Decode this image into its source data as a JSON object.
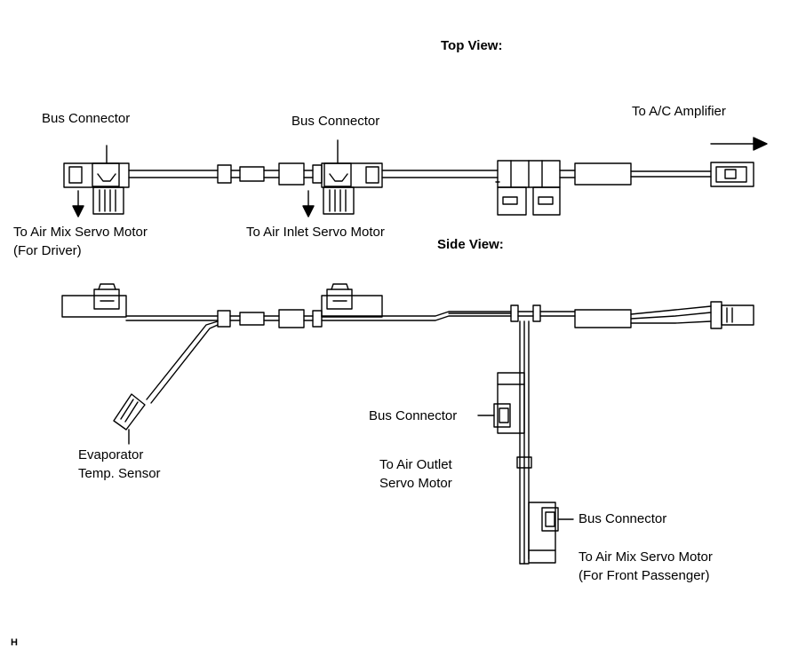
{
  "titles": {
    "top_view": "Top View:",
    "side_view": "Side View:"
  },
  "top_view": {
    "bus_connector_left": "Bus Connector",
    "bus_connector_middle": "Bus Connector",
    "to_ac_amplifier": "To A/C Amplifier",
    "air_mix_driver_line1": "To Air Mix Servo Motor",
    "air_mix_driver_line2": "(For Driver)",
    "air_inlet": "To Air Inlet Servo Motor"
  },
  "side_view": {
    "evaporator_line1": "Evaporator",
    "evaporator_line2": "Temp. Sensor",
    "bus_connector_outlet": "Bus Connector",
    "air_outlet_line1": "To Air Outlet",
    "air_outlet_line2": "Servo Motor",
    "bus_connector_passenger": "Bus Connector",
    "air_mix_passenger_line1": "To Air Mix Servo Motor",
    "air_mix_passenger_line2": "(For Front Passenger)"
  },
  "corner_mark": "H",
  "colors": {
    "line": "#000000",
    "background": "#ffffff"
  }
}
